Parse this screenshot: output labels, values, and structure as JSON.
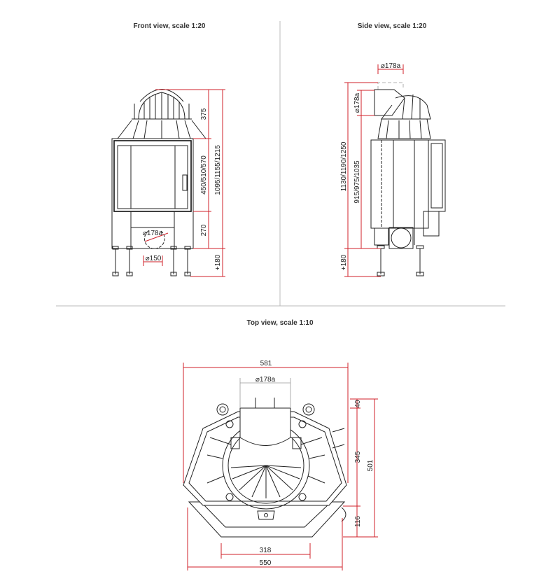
{
  "front_view": {
    "title": "Front view, scale 1:20",
    "dims": {
      "dome_height": "375",
      "door_height": "450/510/570",
      "base_height": "270",
      "total_height": "1095/1155/1215",
      "leg_height": "+180",
      "flue_diameter": "⌀178a",
      "outlet_diameter": "⌀150"
    }
  },
  "side_view": {
    "title": "Side view, scale 1:20",
    "dims": {
      "flue_top_diameter": "⌀178a",
      "flue_side_diameter": "⌀178a",
      "total_height": "1130/1190/1250",
      "body_height": "915/975/1035",
      "leg_height": "+180"
    }
  },
  "top_view": {
    "title": "Top view, scale 1:10",
    "dims": {
      "overall_width": "581",
      "flue_diameter": "⌀178a",
      "depth_front": "40",
      "depth_mid": "345",
      "depth_rear": "116",
      "overall_depth": "501",
      "inner_width": "318",
      "base_width": "550"
    }
  },
  "colors": {
    "dimension": "#d0202a",
    "outline": "#222222",
    "divider": "#bbbbbb"
  }
}
